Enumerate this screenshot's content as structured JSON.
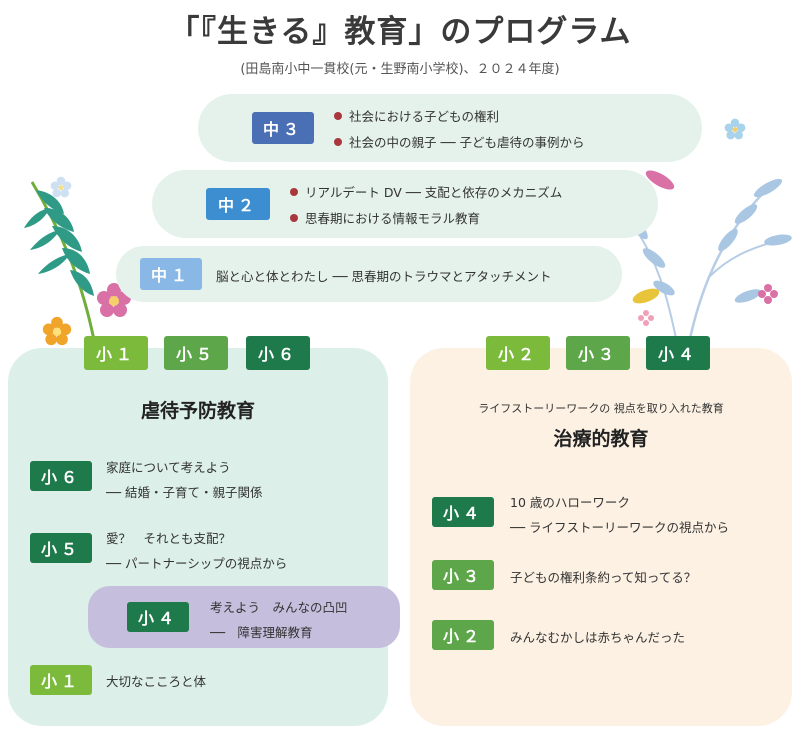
{
  "title": "「『生きる』教育」のプログラム",
  "subtitle": "(田島南小中一貫校(元・生野南小学校)、２０２４年度)",
  "colors": {
    "jh3": "#4b6fb5",
    "jh2": "#3c8ed1",
    "jh1": "#8ab8e6",
    "dark_green": "#1e7a4a",
    "mid_green": "#5ea64a",
    "light_green": "#7cba3b",
    "bullet": "#a9373b",
    "left_panel": "#dcefe9",
    "right_panel": "#fcf1e3",
    "purple_band": "#c5bfdd"
  },
  "jh": [
    {
      "label": "中３",
      "items": [
        "社会における子どもの権利",
        "社会の中の親子 ── 子ども虐待の事例から"
      ]
    },
    {
      "label": "中２",
      "items": [
        "リアルデート DV ── 支配と依存のメカニズム",
        "思春期における情報モラル教育"
      ]
    },
    {
      "label": "中１",
      "text": "脳と心と体とわたし ── 思春期のトラウマとアタッチメント"
    }
  ],
  "left": {
    "tabs": [
      "小１",
      "小５",
      "小６"
    ],
    "heading": "虐待予防教育",
    "rows": [
      {
        "label": "小６",
        "line1": "家庭について考えよう",
        "line2": "── 結婚・子育て・親子関係"
      },
      {
        "label": "小５",
        "line1": "愛？　それとも支配？",
        "line2": "── パートナーシップの視点から"
      },
      {
        "label": "小４",
        "line1": "考えよう　みんなの凸凹",
        "line2": "──　障害理解教育"
      },
      {
        "label": "小１",
        "line1": "大切なこころと体"
      }
    ]
  },
  "right": {
    "tabs": [
      "小２",
      "小３",
      "小４"
    ],
    "small_heading": "ライフストーリーワークの 視点を取り入れた教育",
    "heading": "治療的教育",
    "rows": [
      {
        "label": "小４",
        "line1": "10 歳のハローワーク",
        "line2": "── ライフストーリーワークの視点から"
      },
      {
        "label": "小３",
        "line1": "子どもの権利条約って知ってる？"
      },
      {
        "label": "小２",
        "line1": "みんなむかしは赤ちゃんだった"
      }
    ]
  },
  "icons": [
    "fern-left-icon",
    "branch-right-icon",
    "flower-icon"
  ]
}
